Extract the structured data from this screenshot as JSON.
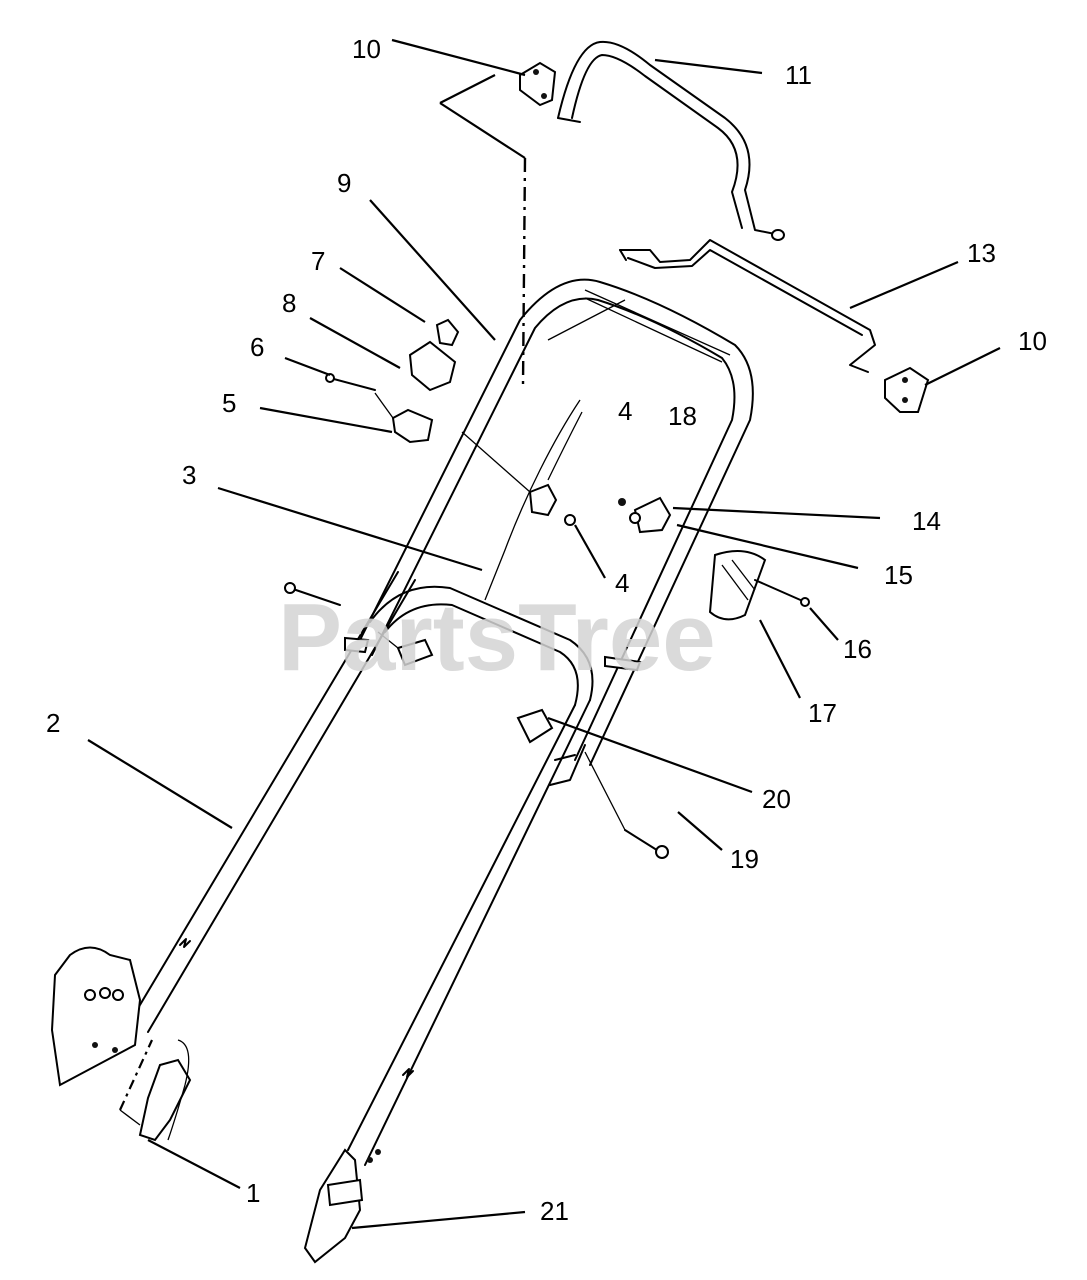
{
  "watermark": {
    "text": "PartsTree"
  },
  "callouts": [
    {
      "id": "c1",
      "label": "1"
    },
    {
      "id": "c2",
      "label": "2"
    },
    {
      "id": "c3",
      "label": "3"
    },
    {
      "id": "c4a",
      "label": "4"
    },
    {
      "id": "c4b",
      "label": "4"
    },
    {
      "id": "c5",
      "label": "5"
    },
    {
      "id": "c6",
      "label": "6"
    },
    {
      "id": "c7",
      "label": "7"
    },
    {
      "id": "c8",
      "label": "8"
    },
    {
      "id": "c9",
      "label": "9"
    },
    {
      "id": "c10a",
      "label": "10"
    },
    {
      "id": "c10b",
      "label": "10"
    },
    {
      "id": "c11",
      "label": "11"
    },
    {
      "id": "c13",
      "label": "13"
    },
    {
      "id": "c14",
      "label": "14"
    },
    {
      "id": "c15",
      "label": "15"
    },
    {
      "id": "c16",
      "label": "16"
    },
    {
      "id": "c17",
      "label": "17"
    },
    {
      "id": "c18",
      "label": "18"
    },
    {
      "id": "c19",
      "label": "19"
    },
    {
      "id": "c20",
      "label": "20"
    },
    {
      "id": "c21",
      "label": "21"
    }
  ]
}
